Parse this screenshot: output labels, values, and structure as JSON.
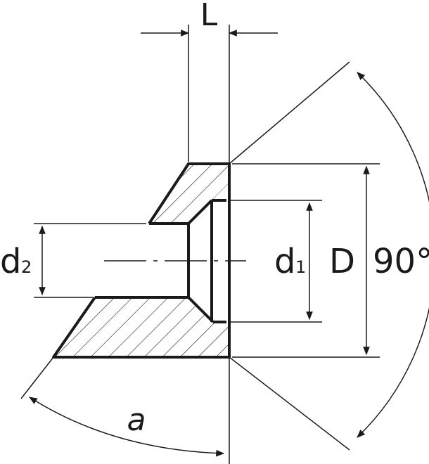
{
  "labels": {
    "length": "L",
    "diameter_outer": "D",
    "diameter_1": "d",
    "diameter_1_sub": "1",
    "diameter_2": "d",
    "diameter_2_sub": "2",
    "angle": "90°",
    "angle_a": "a"
  },
  "colors": {
    "line": "#1a1a1a",
    "background": "#ffffff"
  }
}
